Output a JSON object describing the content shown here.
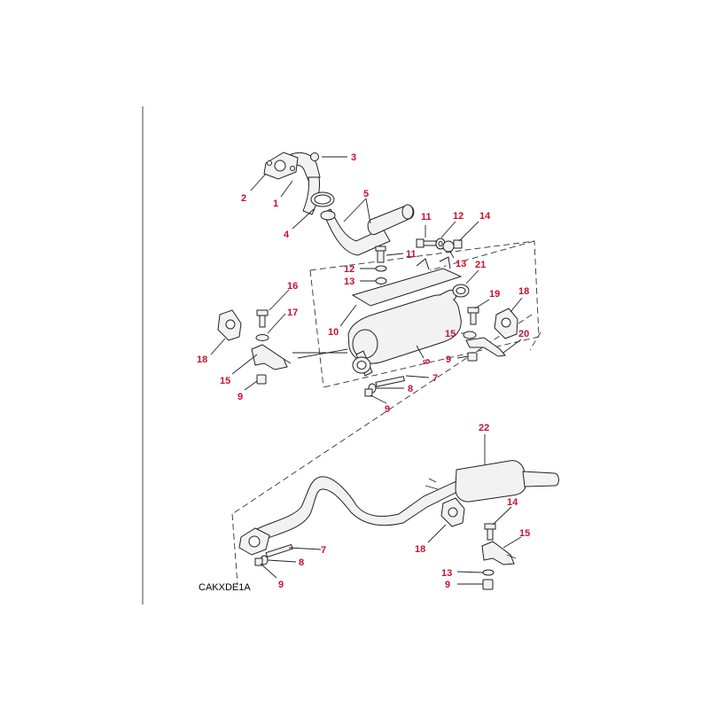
{
  "diagram": {
    "reference_code": "CAKXDE1A",
    "colors": {
      "label": "#c8102e",
      "line": "#222222",
      "part_fill": "#f2f2f2"
    },
    "callouts": [
      {
        "id": "c2",
        "text": "2"
      },
      {
        "id": "c1",
        "text": "1"
      },
      {
        "id": "c3",
        "text": "3"
      },
      {
        "id": "c4",
        "text": "4"
      },
      {
        "id": "c5",
        "text": "5"
      },
      {
        "id": "c11a",
        "text": "11"
      },
      {
        "id": "c12a",
        "text": "12"
      },
      {
        "id": "c14a",
        "text": "14"
      },
      {
        "id": "c13a",
        "text": "13"
      },
      {
        "id": "c21",
        "text": "21"
      },
      {
        "id": "c11b",
        "text": "11"
      },
      {
        "id": "c12b",
        "text": "12"
      },
      {
        "id": "c13b",
        "text": "13"
      },
      {
        "id": "c16",
        "text": "16"
      },
      {
        "id": "c17",
        "text": "17"
      },
      {
        "id": "c18a",
        "text": "18"
      },
      {
        "id": "c15a",
        "text": "15"
      },
      {
        "id": "c9a",
        "text": "9"
      },
      {
        "id": "c10",
        "text": "10"
      },
      {
        "id": "c6",
        "text": "6"
      },
      {
        "id": "c7a",
        "text": "7"
      },
      {
        "id": "c8a",
        "text": "8"
      },
      {
        "id": "c9b",
        "text": "9"
      },
      {
        "id": "c19",
        "text": "19"
      },
      {
        "id": "c18b",
        "text": "18"
      },
      {
        "id": "c15b",
        "text": "15"
      },
      {
        "id": "c20",
        "text": "20"
      },
      {
        "id": "c9c",
        "text": "9"
      },
      {
        "id": "c22",
        "text": "22"
      },
      {
        "id": "c14b",
        "text": "14"
      },
      {
        "id": "c15c",
        "text": "15"
      },
      {
        "id": "c18c",
        "text": "18"
      },
      {
        "id": "c13c",
        "text": "13"
      },
      {
        "id": "c9d",
        "text": "9"
      },
      {
        "id": "c7b",
        "text": "7"
      },
      {
        "id": "c8b",
        "text": "8"
      },
      {
        "id": "c9e",
        "text": "9"
      }
    ]
  }
}
